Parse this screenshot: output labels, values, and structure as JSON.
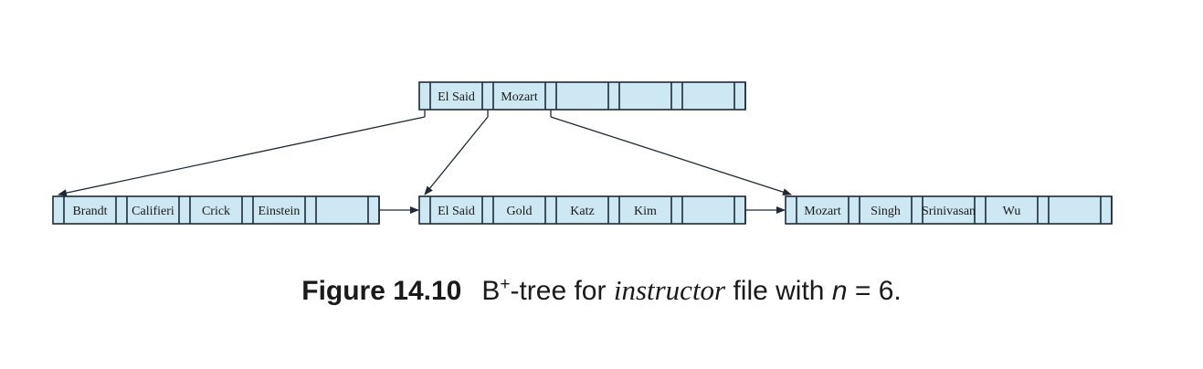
{
  "diagram": {
    "root": {
      "keys": [
        "El Said",
        "Mozart",
        "",
        "",
        ""
      ]
    },
    "leaves": [
      {
        "keys": [
          "Brandt",
          "Califieri",
          "Crick",
          "Einstein",
          ""
        ]
      },
      {
        "keys": [
          "El Said",
          "Gold",
          "Katz",
          "Kim",
          ""
        ]
      },
      {
        "keys": [
          "Mozart",
          "Singh",
          "Srinivasan",
          "Wu",
          ""
        ]
      }
    ],
    "colors": {
      "cell_fill": "#cde8f2",
      "stroke": "#1e2a3a"
    }
  },
  "caption": {
    "label": "Figure 14.10",
    "text_a": "B",
    "sup": "+",
    "text_b": "-tree for ",
    "italic_word": "instructor",
    "text_c": " file with ",
    "var": "n",
    "text_d": " = 6."
  }
}
